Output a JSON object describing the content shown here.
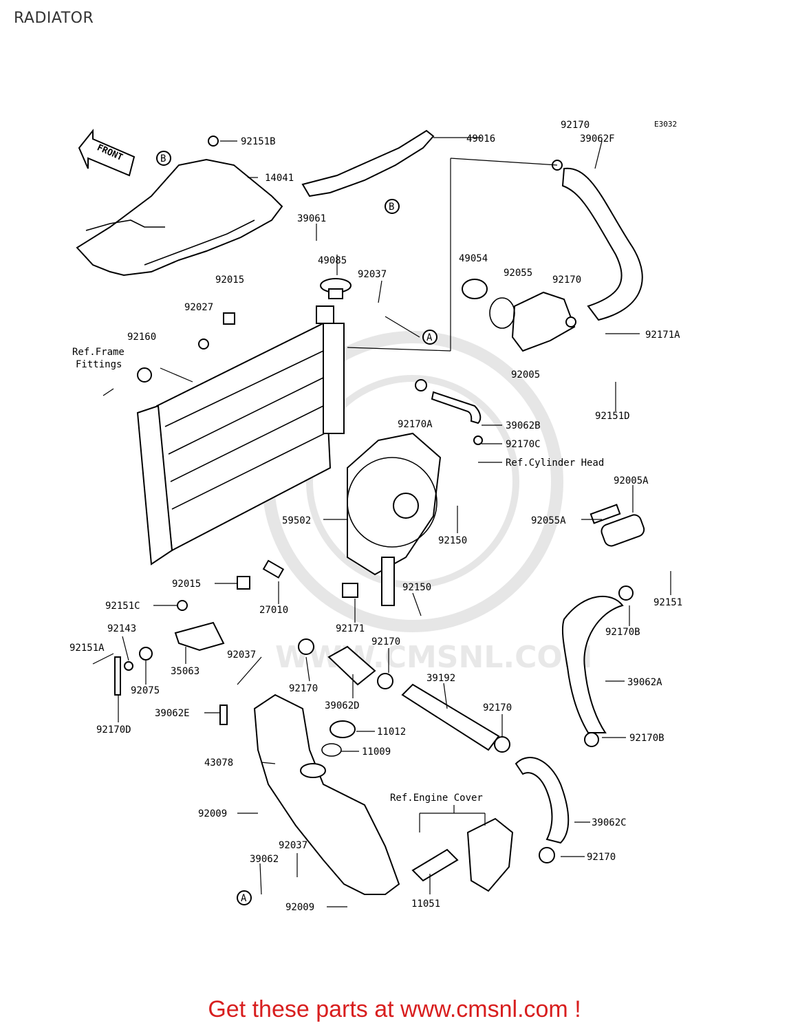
{
  "page": {
    "title": "RADIATOR",
    "diagram_code": "E3032"
  },
  "front_marker": "FRONT",
  "watermark_text": "WWW.CMSNL.COM",
  "footer": {
    "cta": "Get these parts at www.cmsnl.com !"
  },
  "callouts": {
    "A": "A",
    "B": "B"
  },
  "labels": {
    "p92151B": "92151B",
    "p14041": "14041",
    "p49016": "49016",
    "p92170_top": "92170",
    "p39062F": "39062F",
    "p39061": "39061",
    "p49085": "49085",
    "p92037_top": "92037",
    "p49054": "49054",
    "p92055": "92055",
    "p92170_mid": "92170",
    "p92171A": "92171A",
    "p92015_top": "92015",
    "p92027": "92027",
    "p92160": "92160",
    "ref_frame_1": "Ref.Frame",
    "ref_frame_2": "Fittings",
    "p92005": "92005",
    "p92151D": "92151D",
    "p92170A": "92170A",
    "p39062B": "39062B",
    "p92170C": "92170C",
    "ref_cyl_head": "Ref.Cylinder Head",
    "p92005A": "92005A",
    "p92055A": "92055A",
    "p59502": "59502",
    "p92150_a": "92150",
    "p92015_bot": "92015",
    "p27010": "27010",
    "p92150_b": "92150",
    "p92151": "92151",
    "p92151C": "92151C",
    "p92143": "92143",
    "p92171": "92171",
    "p92170B_a": "92170B",
    "p92151A": "92151A",
    "p92037_mid": "92037",
    "p92170_c": "92170",
    "p35063": "35063",
    "p92075": "92075",
    "p92170_d": "92170",
    "p39192": "39192",
    "p39062A": "39062A",
    "p39062E": "39062E",
    "p39062D": "39062D",
    "p92170D": "92170D",
    "p11012": "11012",
    "p92170_e": "92170",
    "p92170B_b": "92170B",
    "p11009": "11009",
    "p43078": "43078",
    "ref_engine_cover": "Ref.Engine Cover",
    "p92009_a": "92009",
    "p39062C": "39062C",
    "p92037_bot": "92037",
    "p39062": "39062",
    "p92170_f": "92170",
    "p92009_b": "92009",
    "p11051": "11051"
  }
}
